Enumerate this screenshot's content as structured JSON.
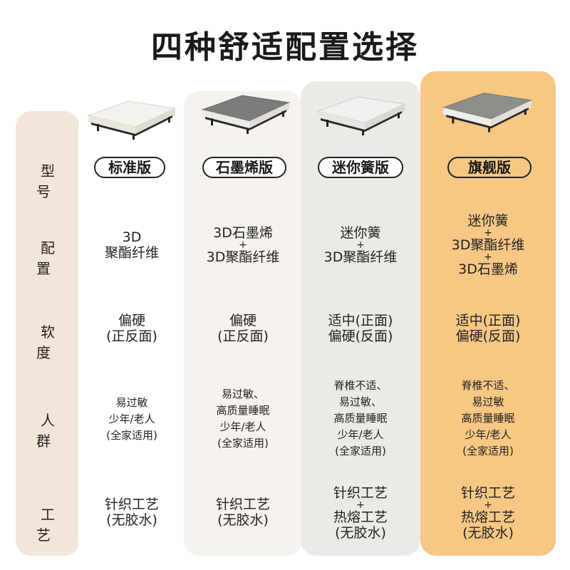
{
  "title": "四种舒适配置选择",
  "row_labels": {
    "model": "型 号",
    "config": "配 置",
    "softness": "软 度",
    "people": "人 群",
    "craft": "工 艺"
  },
  "columns": [
    {
      "name": "标准版",
      "config": [
        "3D",
        "聚酯纤维"
      ],
      "softness": [
        "偏硬",
        "(正反面)"
      ],
      "people": [
        "易过敏",
        "少年/老人",
        "(全家适用)"
      ],
      "craft": [
        "针织工艺",
        "(无胶水)"
      ]
    },
    {
      "name": "石墨烯版",
      "config": [
        "3D石墨烯",
        "+",
        "3D聚酯纤维"
      ],
      "softness": [
        "偏硬",
        "(正反面)"
      ],
      "people": [
        "易过敏、",
        "高质量睡眠",
        "少年/老人",
        "(全家适用)"
      ],
      "craft": [
        "针织工艺",
        "(无胶水)"
      ]
    },
    {
      "name": "迷你簧版",
      "config": [
        "迷你簧",
        "+",
        "3D聚酯纤维"
      ],
      "softness": [
        "适中(正面)",
        "偏硬(反面)"
      ],
      "people": [
        "脊椎不适、",
        "易过敏、",
        "高质量睡眠",
        "少年/老人",
        "(全家适用)"
      ],
      "craft": [
        "针织工艺",
        "+",
        "热熔工艺",
        "(无胶水)"
      ]
    },
    {
      "name": "旗舰版",
      "config": [
        "迷你簧",
        "+",
        "3D聚酯纤维",
        "+",
        "3D石墨烯"
      ],
      "softness": [
        "适中(正面)",
        "偏硬(反面)"
      ],
      "people": [
        "脊椎不适、",
        "易过敏",
        "高质量睡眠",
        "少年/老人",
        "(全家适用)"
      ],
      "craft": [
        "针织工艺",
        "+",
        "热熔工艺",
        "(无胶水)"
      ]
    }
  ],
  "colors": {
    "label_column": "#f2e6da",
    "standard_column": "#ffffff",
    "graphene_column": "#f6f3ee",
    "spring_column": "#eceae7",
    "flagship_column": "#f7c784"
  }
}
